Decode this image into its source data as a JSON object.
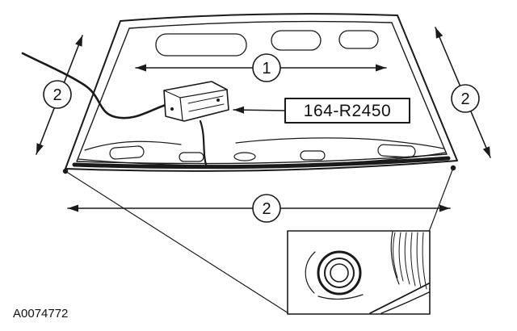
{
  "figure": {
    "id": "A0074772",
    "part_callout": {
      "label": "164-R2450"
    },
    "callouts": {
      "width": "1",
      "left_edge": "2",
      "right_edge": "2",
      "bottom_width": "2"
    },
    "colors": {
      "line": "#1a1a1a",
      "background": "#ffffff"
    }
  }
}
